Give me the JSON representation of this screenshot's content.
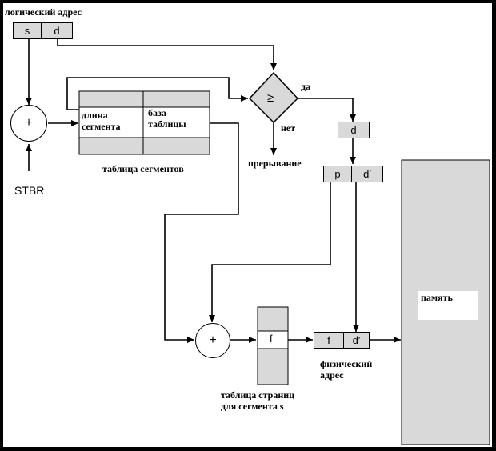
{
  "logical_address": {
    "title": "логический адрес",
    "cells": [
      "s",
      "d"
    ]
  },
  "stbr_label": "STBR",
  "adder_symbol": "+",
  "compare_symbol": "≥",
  "branch_yes": "да",
  "branch_no": "нет",
  "trap_label": "прерывание",
  "segment_table": {
    "title": "таблица сегментов",
    "col1": "длина\nсегмента",
    "col2": "база\nтаблицы"
  },
  "d_box": "d",
  "page_address": [
    "p",
    "d′"
  ],
  "page_table": {
    "cell": "f",
    "title": "таблица страниц\nдля сегмента s"
  },
  "physical_address": {
    "cells": [
      "f",
      "d′"
    ],
    "title": "физический\nадрес"
  },
  "memory_label": "память"
}
